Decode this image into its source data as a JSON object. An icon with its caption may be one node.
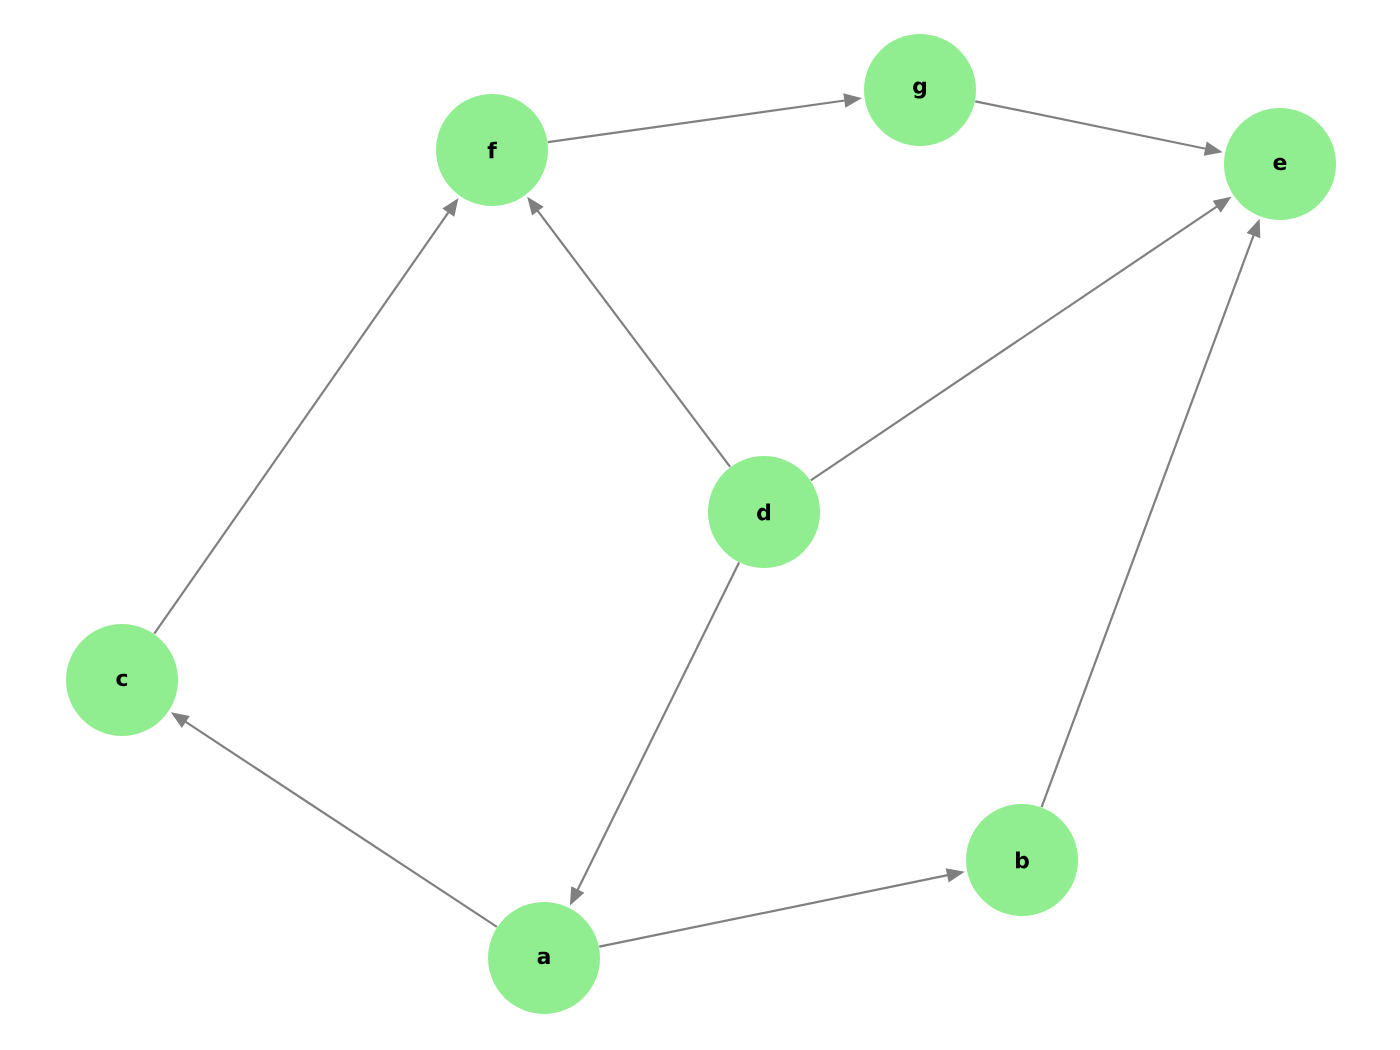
{
  "diagram": {
    "nodes": [
      {
        "text": [
          "g"
        ]
      },
      {
        "text": [
          "f"
        ]
      },
      {
        "text": [
          "e"
        ]
      },
      {
        "text": [
          "d"
        ]
      },
      {
        "text": [
          "c"
        ]
      },
      {
        "text": [
          "b"
        ]
      },
      {
        "text": [
          "a"
        ]
      }
    ],
    "edges": [
      {
        "from": 1,
        "to": 0,
        "arrow": "to"
      },
      {
        "from": 0,
        "to": 2,
        "arrow": "to"
      },
      {
        "from": 3,
        "to": 1,
        "arrow": "to"
      },
      {
        "from": 3,
        "to": 2,
        "arrow": "to"
      },
      {
        "from": 4,
        "to": 1,
        "arrow": "to"
      },
      {
        "from": 6,
        "to": 4,
        "arrow": "to"
      },
      {
        "from": 3,
        "to": 6,
        "arrow": "to"
      },
      {
        "from": 6,
        "to": 5,
        "arrow": "to"
      },
      {
        "from": 5,
        "to": 2,
        "arrow": "to"
      }
    ]
  }
}
